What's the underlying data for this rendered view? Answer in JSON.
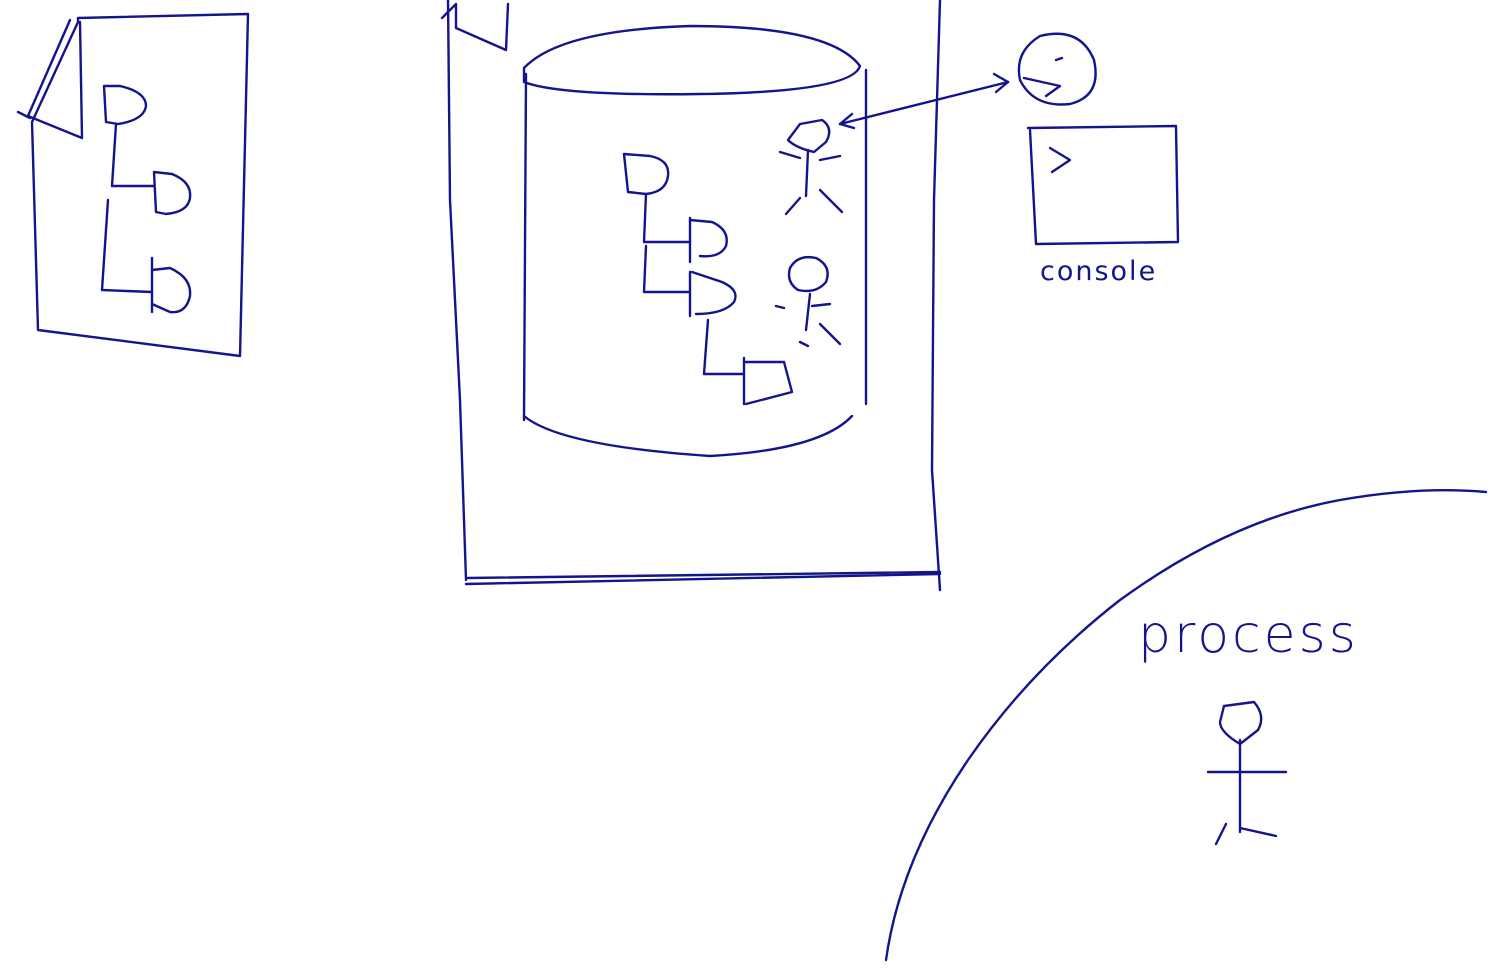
{
  "ink_color": "#14148c",
  "labels": {
    "console": "console",
    "process": "process"
  },
  "icons": {
    "document": "document-icon",
    "container": "container-box",
    "database": "database-cylinder-icon",
    "user_face": "user-face-icon",
    "console": "console-terminal-icon",
    "stick_figure": "stick-figure-icon",
    "tree": "component-tree-icon"
  }
}
